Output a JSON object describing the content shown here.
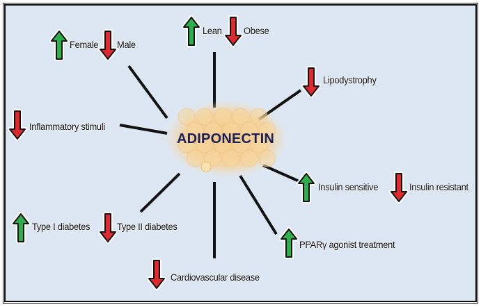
{
  "title": "ADIPONECTIN",
  "colors": {
    "up": "#2fae4e",
    "down": "#de2a2e",
    "background": "#dde7f3",
    "title": "#1a1f5c"
  },
  "factors": [
    {
      "id": "female",
      "label": "Female",
      "direction": "up"
    },
    {
      "id": "male",
      "label": "Male",
      "direction": "down"
    },
    {
      "id": "lean",
      "label": "Lean",
      "direction": "up"
    },
    {
      "id": "obese",
      "label": "Obese",
      "direction": "down"
    },
    {
      "id": "lipodystrophy",
      "label": "Lipodystrophy",
      "direction": "down"
    },
    {
      "id": "inflammatory",
      "label": "Inflammatory stimuli",
      "direction": "down"
    },
    {
      "id": "insulin-sensitive",
      "label": "Insulin sensitive",
      "direction": "up"
    },
    {
      "id": "insulin-resistant",
      "label": "Insulin resistant",
      "direction": "down"
    },
    {
      "id": "type1",
      "label": "Type I diabetes",
      "direction": "up"
    },
    {
      "id": "type2",
      "label": "Type II diabetes",
      "direction": "down"
    },
    {
      "id": "ppar",
      "label": "PPARγ agonist treatment",
      "direction": "up"
    },
    {
      "id": "cardio",
      "label": "Cardiovascular disease",
      "direction": "down"
    }
  ]
}
